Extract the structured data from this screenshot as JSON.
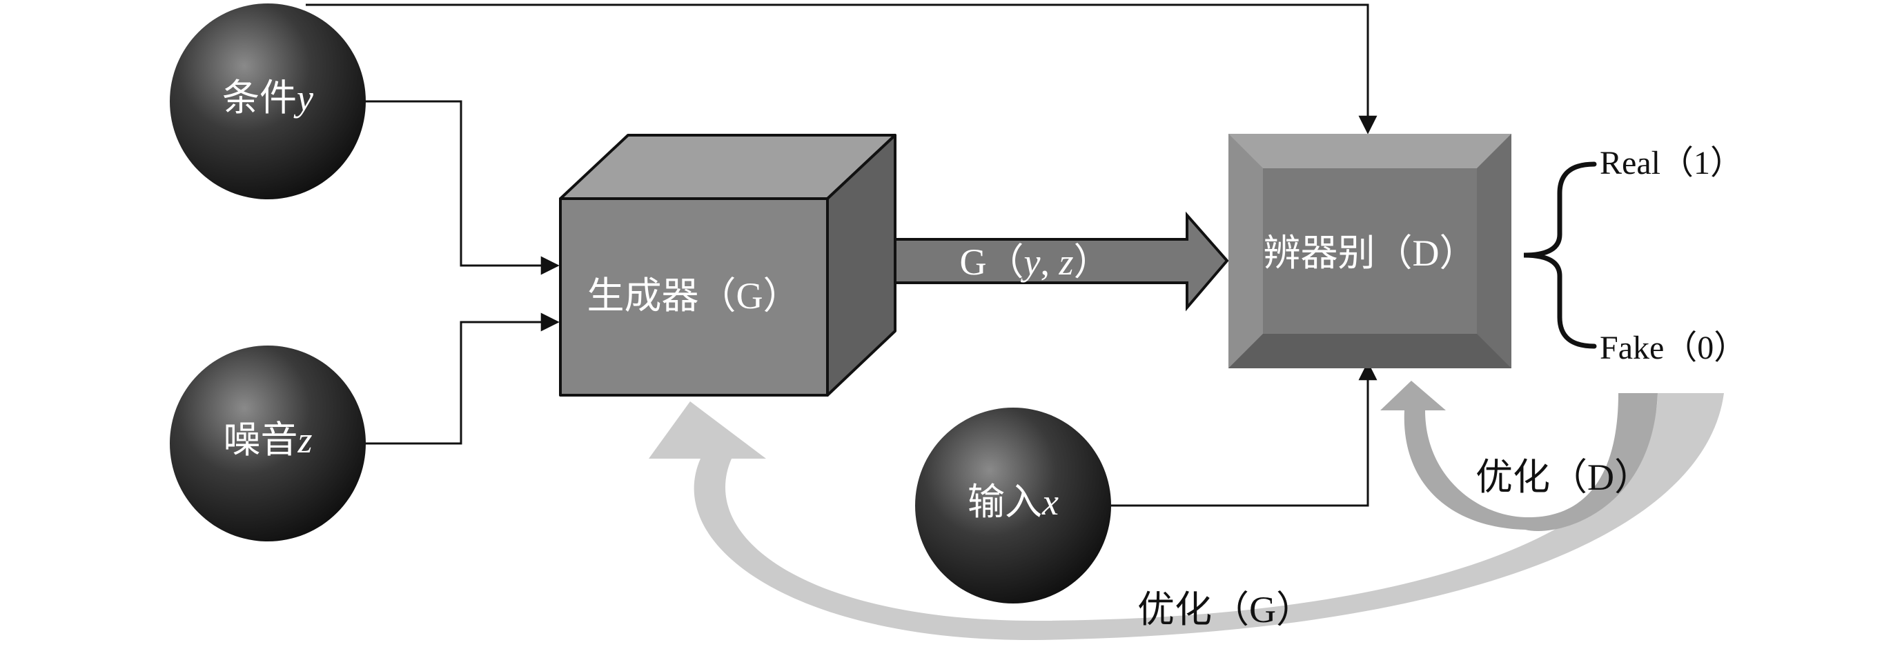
{
  "nodes": {
    "condition_y": {
      "label": "条件",
      "var": "y"
    },
    "noise_z": {
      "label": "噪音",
      "var": "z"
    },
    "input_x": {
      "label": "输入",
      "var": "x"
    },
    "generator": {
      "label": "生成器（G）"
    },
    "discriminator": {
      "label": "辨器别（D）"
    }
  },
  "edges": {
    "generator_output": {
      "prefix": "G（",
      "var1": "y",
      "sep": ", ",
      "var2": "z",
      "suffix": "）"
    }
  },
  "outputs": {
    "real": "Real（1）",
    "fake": "Fake（0）"
  },
  "feedback": {
    "optimize_g": "优化（G）",
    "optimize_d": "优化（D）"
  }
}
